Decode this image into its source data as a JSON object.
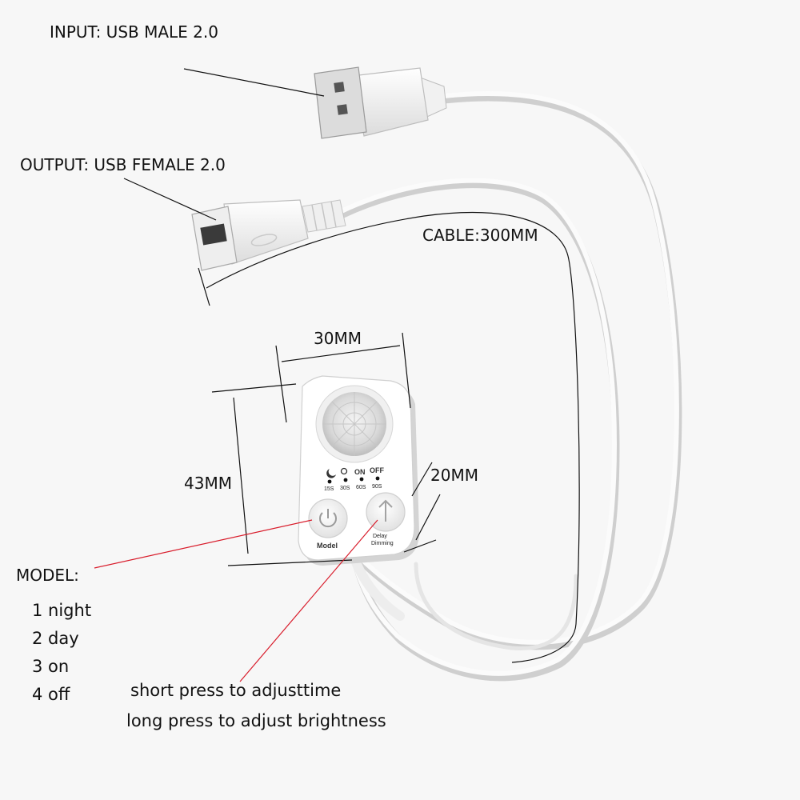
{
  "labels": {
    "input": "INPUT: USB MALE 2.0",
    "output": "OUTPUT: USB FEMALE 2.0",
    "cable": "CABLE:300MM",
    "width": "30MM",
    "height": "43MM",
    "depth": "20MM",
    "model_heading": "MODEL:",
    "short_press": "short press to adjusttime",
    "long_press": "long press to adjust brightness"
  },
  "model_modes": [
    "1 night",
    "2 day",
    "3 on",
    "4 off"
  ],
  "sensor": {
    "indicators": [
      "15S",
      "30S",
      "60S",
      "90S"
    ],
    "status_on": "ON",
    "status_off": "OFF",
    "button_left": "Model",
    "button_right_line1": "Delay",
    "button_right_line2": "Dimming"
  },
  "colors": {
    "background": "#f7f7f7",
    "device": "#ffffff",
    "leader_black": "#111111",
    "leader_red": "#d81b2a",
    "text": "#111111"
  }
}
